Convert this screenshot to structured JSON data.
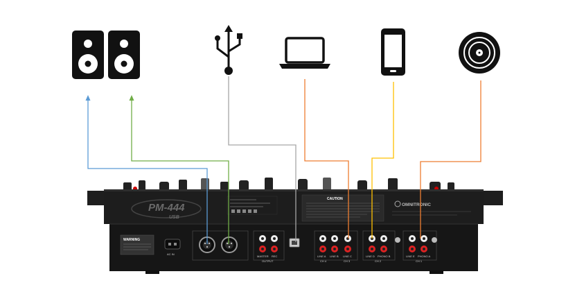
{
  "icons": [
    {
      "name": "speakers-icon"
    },
    {
      "name": "usb-icon"
    },
    {
      "name": "laptop-icon"
    },
    {
      "name": "smartphone-icon"
    },
    {
      "name": "vinyl-record-icon"
    }
  ],
  "colors": {
    "speaker_left_cable": "#5b9bd5",
    "speaker_right_cable": "#70ad47",
    "usb_cable": "#a6a6a6",
    "laptop_cable": "#ed7d31",
    "phone_cable": "#ffc000",
    "turntable_cable": "#ed7d31",
    "mixer_body": "#1a1a1a"
  },
  "mixer": {
    "model": "PM-444",
    "model_sub": "USB",
    "brand": "OMNITRONIC",
    "caution": "CAUTION",
    "warning": "WARNING",
    "labels": {
      "master": "MASTER",
      "rec": "REC",
      "output": "OUTPUT",
      "line_a": "LINE A",
      "line_b": "LINE B",
      "line_c": "LINE C",
      "ch4": "CH 4",
      "ch3": "CH 3",
      "line_d": "LINE D",
      "phono_b": "PHONO B",
      "ch2": "CH 2",
      "line_e": "LINE E",
      "phono_a": "PHONO A",
      "ch1": "CH 1",
      "power": "AC IN"
    }
  }
}
